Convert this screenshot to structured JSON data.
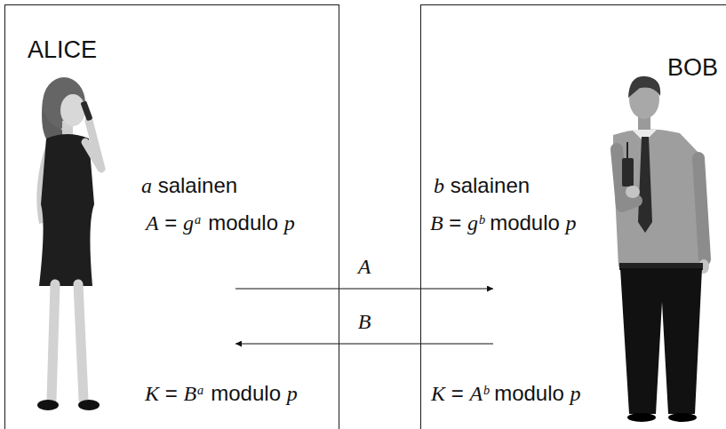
{
  "diagram": {
    "nodes": [
      {
        "text": [
          "ALICE",
          "a salainen",
          "A = gᵃ modulo p",
          "K = Bᵃ modulo p"
        ]
      },
      {
        "text": [
          "BOB",
          "b salainen",
          "B = gᵇ modulo p",
          "K = Aᵇ modulo p"
        ]
      }
    ],
    "edges": [
      {
        "from": 0,
        "to": 1,
        "label": "A",
        "arrow": "to"
      },
      {
        "from": 1,
        "to": 0,
        "label": "B",
        "arrow": "to"
      }
    ]
  }
}
